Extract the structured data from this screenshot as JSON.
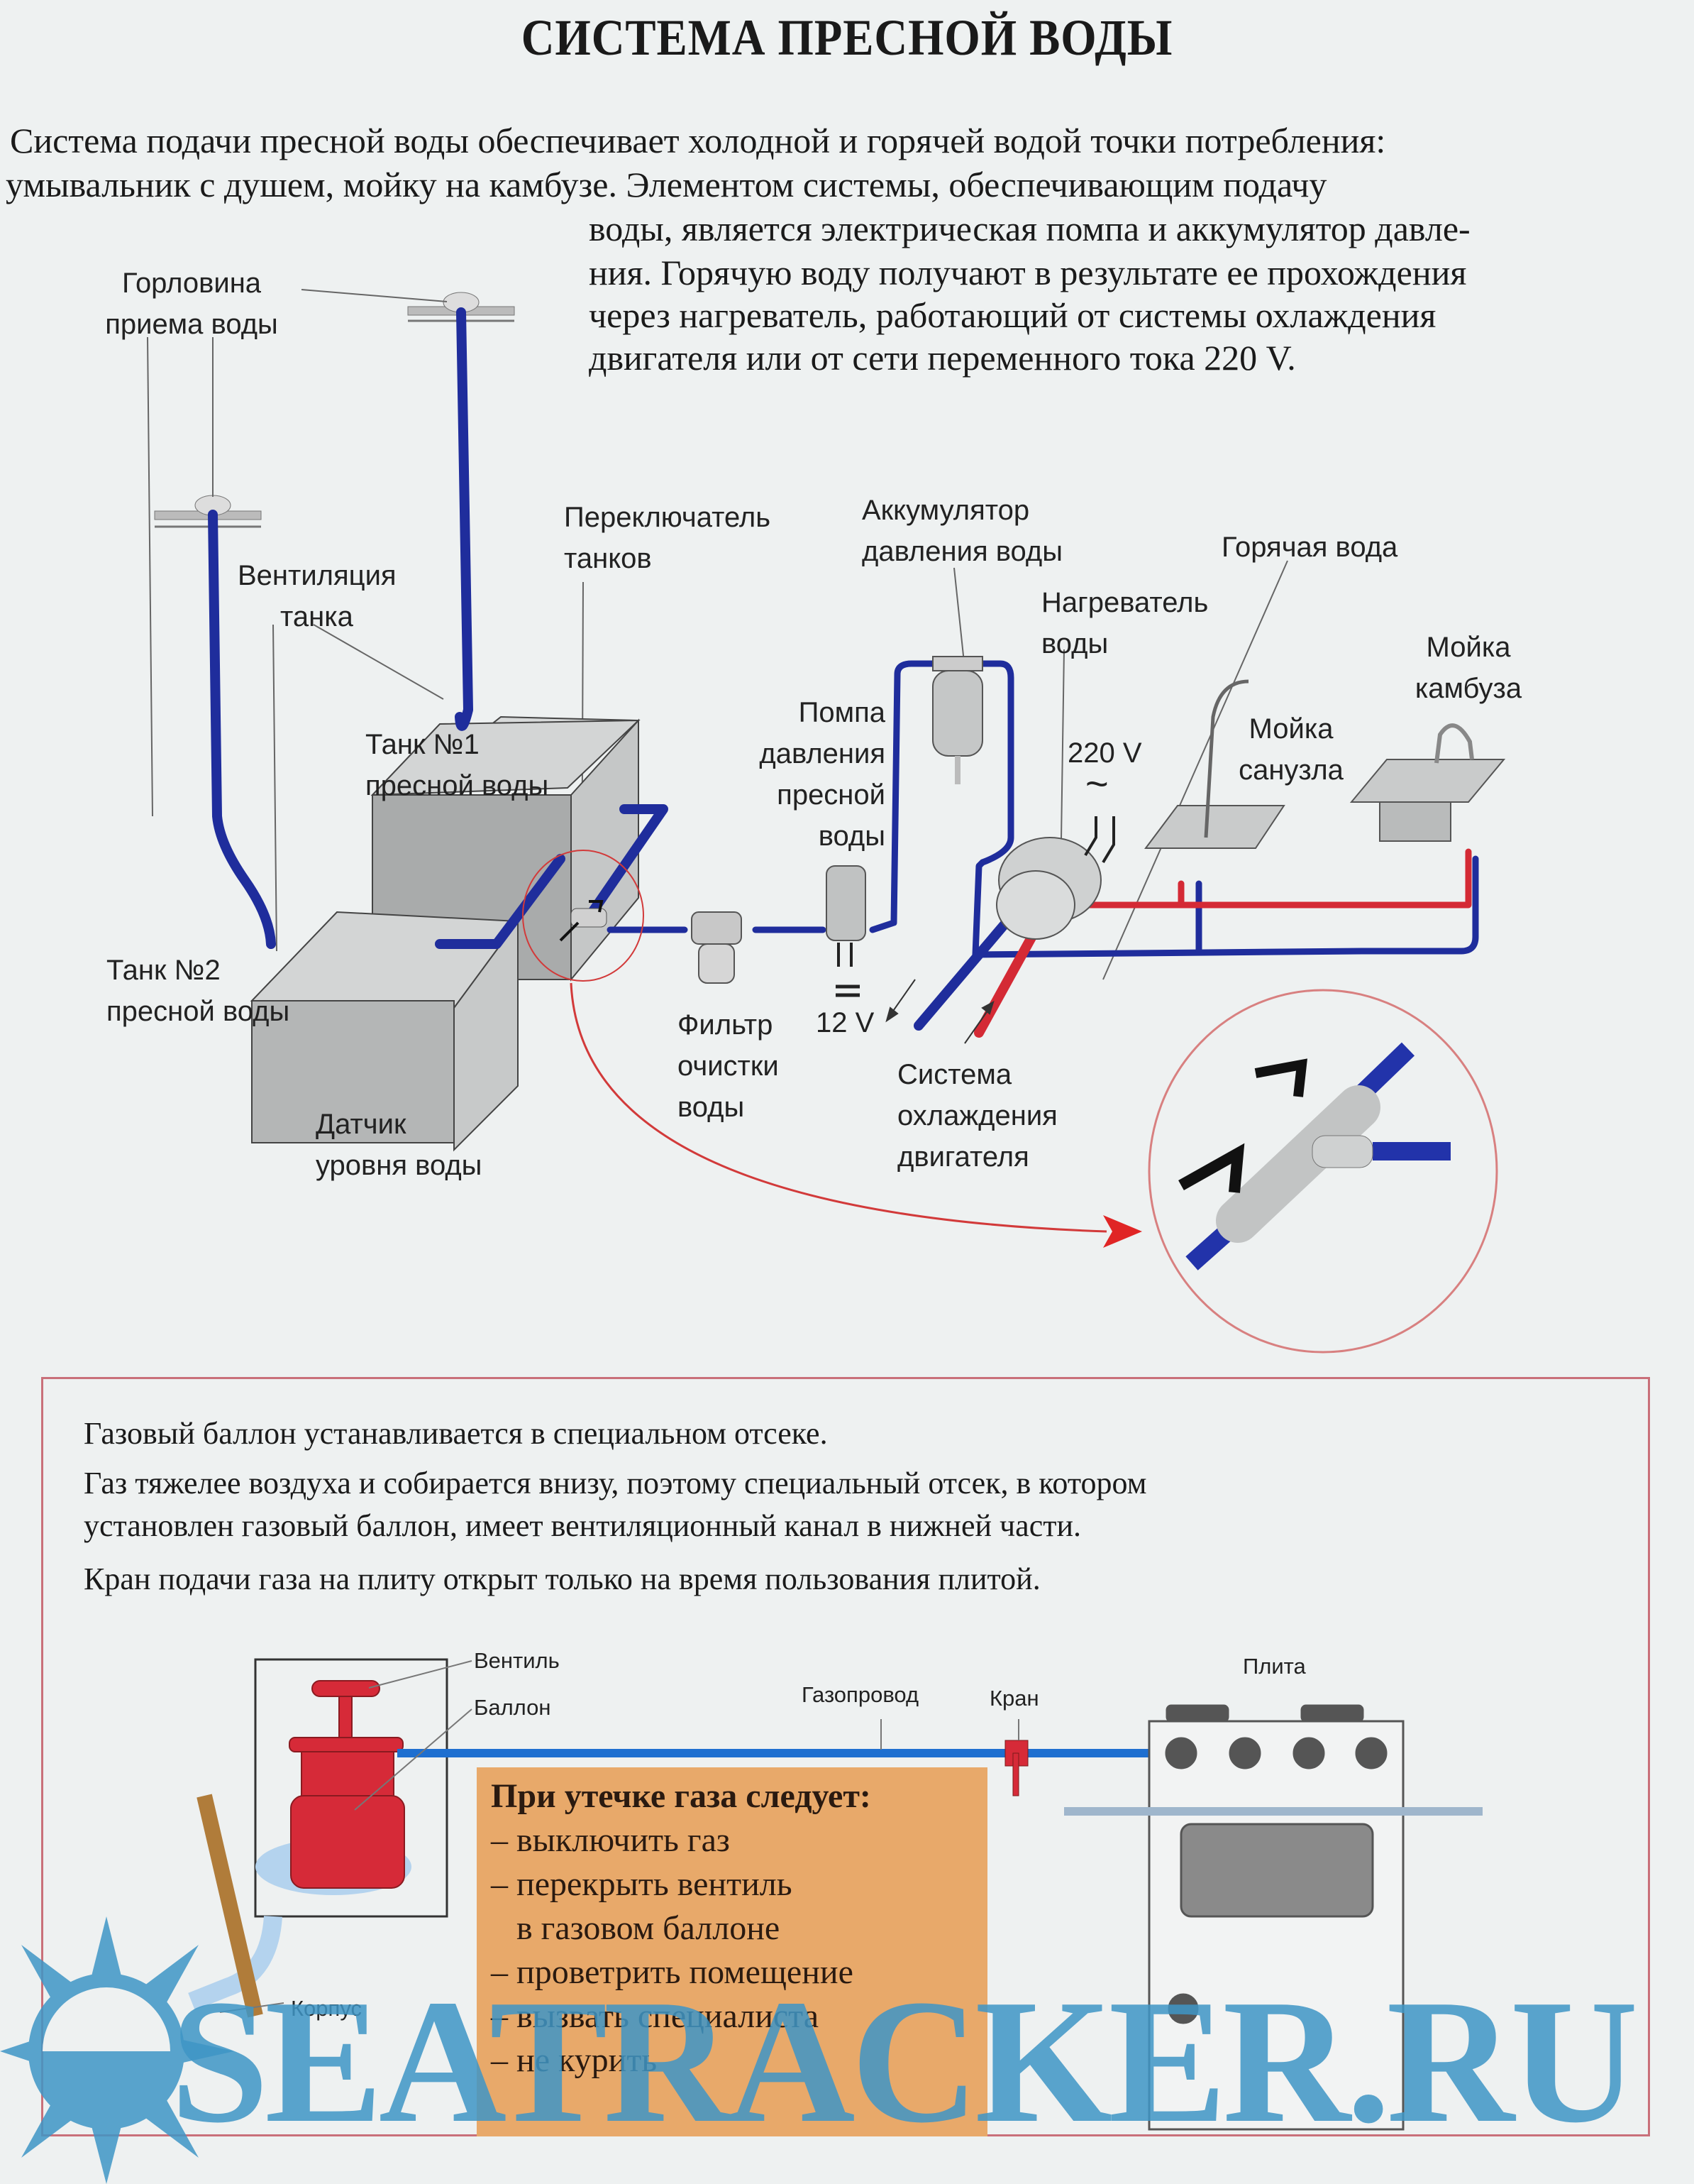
{
  "page": {
    "title": "СИСТЕМА ПРЕСНОЙ ВОДЫ",
    "intro_lines": [
      "Система подачи пресной воды обеспечивает холодной и горячей водой точки потребления:",
      "умывальник с душем, мойку на камбузе. Элементом системы, обеспечивающим подачу",
      "воды, является электрическая помпа и аккумулятор давле-",
      "ния. Горячую воду получают в результате ее прохождения",
      "через нагреватель, работающий от системы охлаждения",
      "двигателя или от сети переменного тока 220 V."
    ]
  },
  "water_diagram": {
    "labels": {
      "filler_neck": [
        "Горловина",
        "приема воды"
      ],
      "tank_vent": [
        "Вентиляция",
        "танка"
      ],
      "tank_selector": [
        "Переключатель",
        "танков"
      ],
      "tank1": [
        "Танк №1",
        "пресной воды"
      ],
      "tank2": [
        "Танк №2",
        "пресной воды"
      ],
      "level_sensor": [
        "Датчик",
        "уровня воды"
      ],
      "filter": [
        "Фильтр",
        "очистки",
        "воды"
      ],
      "pump": [
        "Помпа",
        "давления",
        "пресной",
        "воды"
      ],
      "pump_voltage": "12 V",
      "pump_dc_symbol": "=",
      "accumulator": [
        "Аккумулятор",
        "давления воды"
      ],
      "heater": [
        "Нагреватель",
        "воды"
      ],
      "heater_voltage": "220 V",
      "heater_ac_symbol": "~",
      "hot_water": "Горячая вода",
      "head_sink": [
        "Мойка",
        "санузла"
      ],
      "galley_sink": [
        "Мойка",
        "камбуза"
      ],
      "engine_cooling": [
        "Система",
        "охлаждения",
        "двигателя"
      ]
    },
    "colors": {
      "cold_pipe": "#1f2d9c",
      "hot_pipe": "#d42a35",
      "callout": "#d23a3a",
      "tank": "#c9cbcb"
    }
  },
  "gas_section": {
    "paragraphs": [
      "Газовый баллон устанавливается в специальном отсеке.",
      "Газ  тяжелее воздуха и собирается внизу, поэтому специальный отсек, в котором",
      "установлен газовый баллон, имеет вентиляционный канал в нижней части.",
      "Кран подачи газа на плиту открыт только на время пользования плитой."
    ],
    "labels": {
      "valve": "Вентиль",
      "cylinder": "Баллон",
      "gas_line": "Газопровод",
      "tap": "Кран",
      "stove": "Плита",
      "hull": "Корпус"
    },
    "leak_box": {
      "heading": "При утечке газа следует:",
      "items": [
        "– выключить газ",
        "– перекрыть вентиль",
        "   в газовом баллоне",
        "– проветрить помещение",
        "– вызвать специалиста",
        "– не курить"
      ]
    },
    "colors": {
      "cylinder": "#d62a38",
      "gas_pipe": "#1e6fd0",
      "leak_box": "#e8a96a",
      "border": "#c9707a"
    }
  },
  "watermark": "SEATRACKER.RU"
}
